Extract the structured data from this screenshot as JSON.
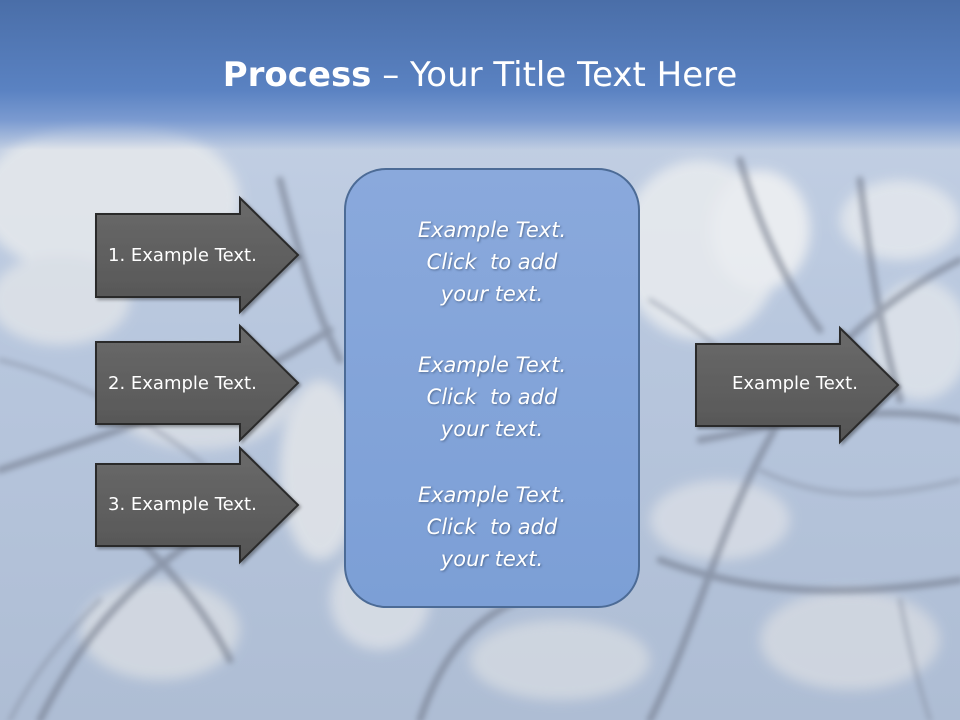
{
  "slide": {
    "title_bold": "Process",
    "title_rest": " – Your Title Text Here"
  },
  "inputs": [
    {
      "label": "1. Example Text."
    },
    {
      "label": "2. Example Text."
    },
    {
      "label": "3. Example Text."
    }
  ],
  "center_box": {
    "paragraphs": [
      {
        "line1": "Example Text.",
        "line2": "Click  to add",
        "line3": "your text."
      },
      {
        "line1": "Example Text.",
        "line2": "Click  to add",
        "line3": "your text."
      },
      {
        "line1": "Example Text.",
        "line2": "Click  to add",
        "line3": "your text."
      }
    ]
  },
  "output": {
    "label": "Example Text."
  },
  "colors": {
    "title_band": "#5a82c2",
    "arrow_fill": "#5f5f5f",
    "arrow_border": "#2b2b2b",
    "center_box_fill": "#7c9fd6",
    "center_box_border": "#4c6b96",
    "text": "#ffffff"
  }
}
